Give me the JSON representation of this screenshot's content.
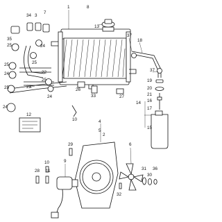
{
  "callouts": {
    "n1": "1",
    "n2": "2",
    "n3": "3",
    "n4": "4",
    "n5": "5",
    "n6": "6",
    "n7": "7",
    "n8": "8",
    "n9": "9",
    "n10": "10",
    "n11": "11",
    "n12": "12",
    "n13": "13",
    "n14": "14",
    "n15": "15",
    "n16": "16",
    "n17": "17",
    "n18": "18",
    "n19": "19",
    "n20": "20",
    "n21": "21",
    "n22": "22",
    "n23": "23",
    "n24": "24",
    "n25": "25",
    "n26": "26",
    "n27": "27",
    "n28": "28",
    "n29": "29",
    "n30": "30",
    "n31": "31",
    "n32": "32",
    "n33": "33",
    "n34": "34",
    "n35": "35",
    "n36": "36",
    "n37": "37"
  }
}
